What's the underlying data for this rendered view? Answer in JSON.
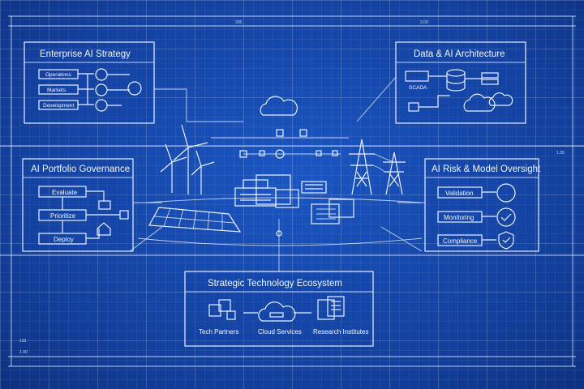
{
  "strategy": {
    "title": "Enterprise AI Strategy",
    "items": [
      "Operations",
      "Markets",
      "Development"
    ]
  },
  "architecture": {
    "title": "Data & AI Architecture",
    "scada": "SCADA"
  },
  "governance": {
    "title": "AI Portfolio Governance",
    "items": [
      "Evaluate",
      "Prioritize",
      "Deploy"
    ]
  },
  "risk": {
    "title": "AI Risk & Model Oversight",
    "items": [
      "Validation",
      "Monitoring",
      "Compliance"
    ]
  },
  "ecosystem": {
    "title": "Strategic Technology Ecosystem",
    "items": [
      "Tech Partners",
      "Cloud Services",
      "Research Institutes"
    ]
  },
  "ruler": {
    "top_a": "295",
    "top_b": "3.00",
    "left_a": "133",
    "left_b": "1.00",
    "right_a": "1.35"
  },
  "colors": {
    "background": "#123f9c",
    "line": "#eaf1ff"
  }
}
